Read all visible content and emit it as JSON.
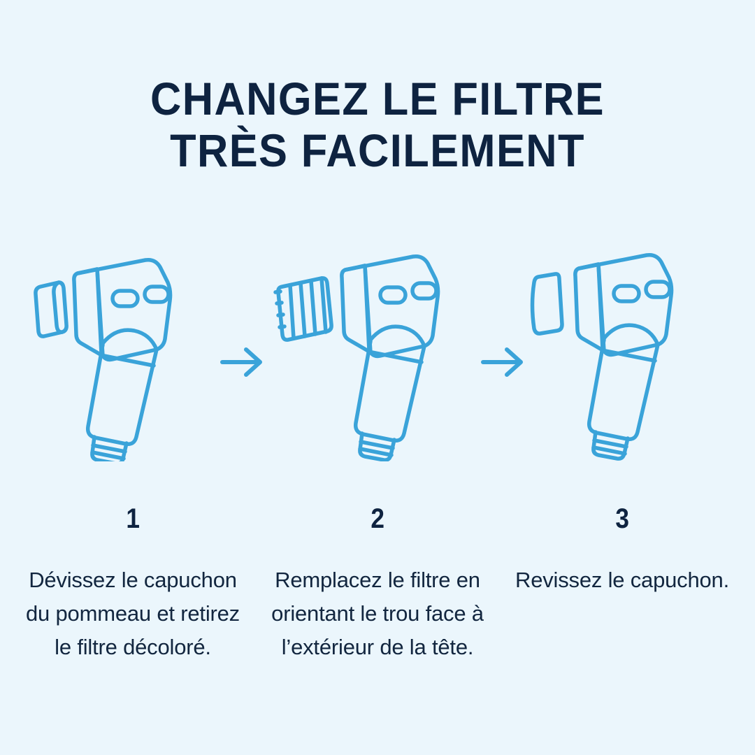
{
  "colors": {
    "background": "#ebf6fc",
    "title_navy": "#0e2340",
    "caption_navy": "#12263f",
    "line_art_blue": "#3aa3d9",
    "arrow_blue": "#3aa3d9"
  },
  "title": {
    "line1": "CHANGEZ LE FILTRE",
    "line2": "TRÈS FACILEMENT"
  },
  "steps": [
    {
      "number": "1",
      "caption": "Dévissez le capuchon du pommeau et retirez le filtre décoloré.",
      "illustration": "showerhead-with-detached-cap-ring"
    },
    {
      "number": "2",
      "caption": "Remplacez le filtre en orientant le trou face à l’extérieur de la tête.",
      "illustration": "showerhead-with-filter-cartridge"
    },
    {
      "number": "3",
      "caption": "Revissez le capuchon.",
      "illustration": "showerhead-with-cap-reattaching"
    }
  ],
  "arrows": {
    "glyph": "→",
    "count": 2
  }
}
